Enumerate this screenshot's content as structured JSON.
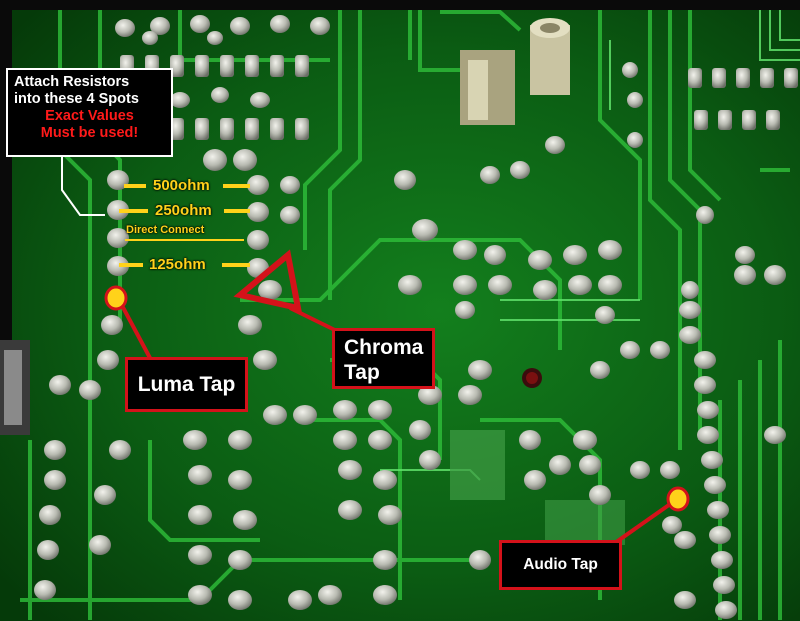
{
  "annotations": {
    "note": {
      "line1": "Attach Resistors",
      "line2": "into these 4 Spots",
      "line3": "Exact Values",
      "line4": "Must be used!"
    },
    "resistor_spots": [
      "500ohm",
      "250ohm",
      "Direct Connect",
      "125ohm"
    ],
    "luma_label": "Luma Tap",
    "chroma_label_line1": "Chroma",
    "chroma_label_line2": "Tap",
    "audio_label": "Audio Tap"
  },
  "colors": {
    "board_green": "#0c6b16",
    "trace_green": "#2fbf3a",
    "solder": "#c9cbc4",
    "callout_red": "#d4121a",
    "tap_marker": "#ffd21a",
    "spot_yellow": "#ffd21a",
    "warning_red": "#ff1a1a"
  }
}
